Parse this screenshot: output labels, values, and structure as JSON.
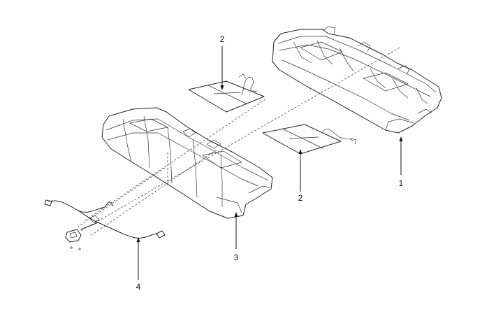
{
  "callouts": [
    {
      "id": "1",
      "label": "1"
    },
    {
      "id": "2a",
      "label": "2"
    },
    {
      "id": "2b",
      "label": "2"
    },
    {
      "id": "3",
      "label": "3"
    },
    {
      "id": "4",
      "label": "4"
    }
  ],
  "colors": {
    "line": "#222222",
    "background": "#ffffff"
  }
}
